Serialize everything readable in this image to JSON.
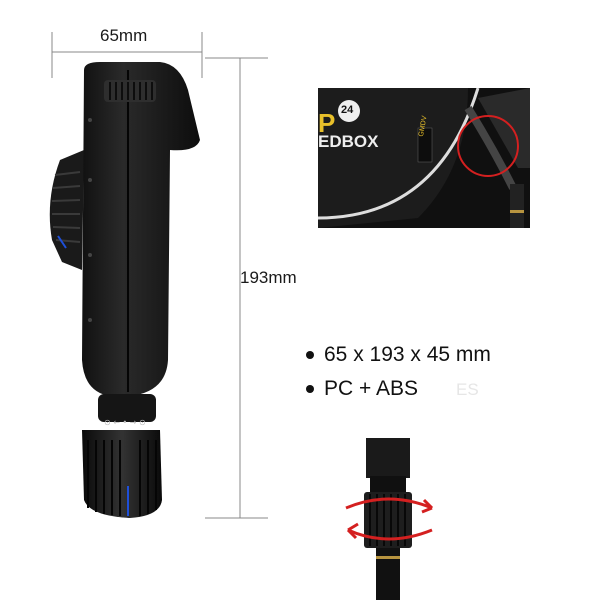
{
  "dimensions": {
    "width_label": "65mm",
    "height_label": "193mm"
  },
  "specs": [
    {
      "text": "65 x 193 x 45 mm"
    },
    {
      "text": "PC + ABS"
    }
  ],
  "inset_top": {
    "badge_number": "24",
    "brand_fragment": "EDBOX",
    "brand_initial": "P",
    "tag_text": "GMDV"
  },
  "lock_symbols": "⊙ ← • → ⊙",
  "ghost_text": "ES",
  "colors": {
    "highlight": "#d42020",
    "product": "#1c1c1c",
    "accent_blue": "#1e4fd8"
  }
}
